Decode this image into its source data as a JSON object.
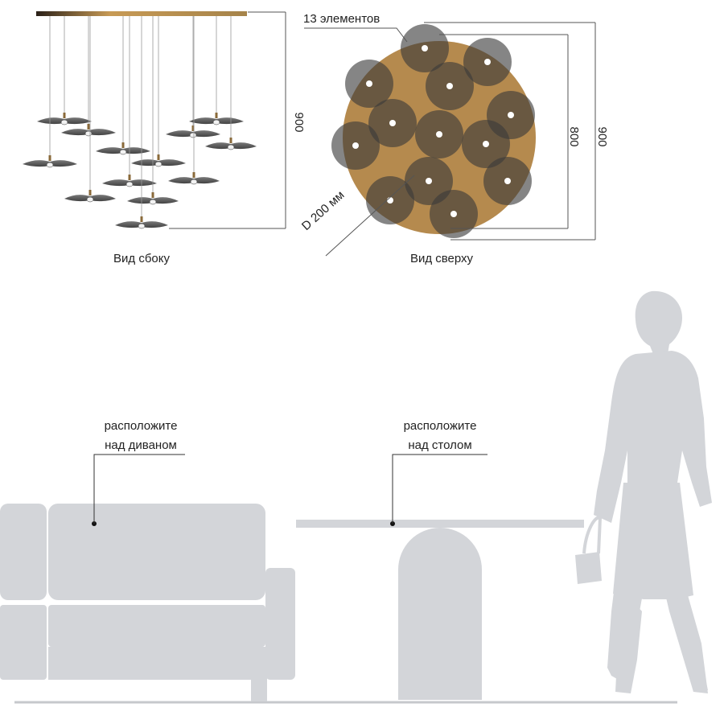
{
  "side_view": {
    "caption": "Вид сбоку",
    "height_label": "900",
    "rail_gradient": [
      "#2a2018",
      "#c79a55",
      "#9a7a45"
    ]
  },
  "top_view": {
    "caption": "Вид сверху",
    "count_label": "13 элементов",
    "diameter_label": "D 200 мм",
    "inner_dim_label": "800",
    "outer_dim_label": "900",
    "canopy_color": "#b58a4e",
    "shade_color": "#3a3a3a"
  },
  "placement": {
    "sofa_text_line1": "расположите",
    "sofa_text_line2": "над диваном",
    "table_text_line1": "расположите",
    "table_text_line2": "над столом",
    "silhouette_color": "#d3d5d9"
  }
}
